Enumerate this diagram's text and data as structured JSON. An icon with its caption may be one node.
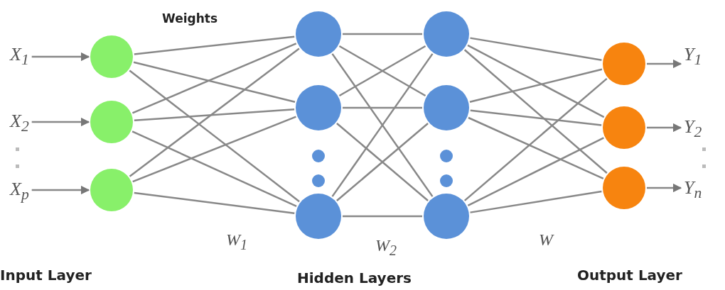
{
  "diagram": {
    "nodes": [
      {
        "text": [
          "X$_{1}$"
        ]
      },
      {
        "text": [
          "X$_{2}$"
        ]
      },
      {
        "text": [
          "X$_{p}$"
        ]
      },
      {
        "text": [],
        "shape": "circle"
      },
      {
        "text": [],
        "shape": "circle"
      },
      {
        "text": [],
        "shape": "circle"
      },
      {
        "text": [],
        "shape": "circle"
      },
      {
        "text": [],
        "shape": "circle"
      },
      {
        "text": [],
        "shape": "circle"
      },
      {
        "text": [],
        "shape": "circle"
      },
      {
        "text": [],
        "shape": "circle"
      },
      {
        "text": [],
        "shape": "circle"
      },
      {
        "text": [],
        "shape": "circle"
      },
      {
        "text": [],
        "shape": "circle"
      },
      {
        "text": [],
        "shape": "circle"
      },
      {
        "text": [
          "Y$_{1}$"
        ]
      },
      {
        "text": [
          "Y$_{2}$"
        ]
      },
      {
        "text": [
          "Y$_{n}$"
        ]
      }
    ],
    "edges": [
      {
        "from": 0,
        "to": 3,
        "arrow": "to"
      },
      {
        "from": 1,
        "to": 4,
        "arrow": "to"
      },
      {
        "from": 2,
        "to": 5,
        "arrow": "to"
      },
      {
        "from": 3,
        "to": 6,
        "arrow": "none"
      },
      {
        "from": 3,
        "to": 7,
        "arrow": "none"
      },
      {
        "from": 3,
        "to": 8,
        "arrow": "none"
      },
      {
        "from": 4,
        "to": 6,
        "arrow": "none"
      },
      {
        "from": 4,
        "to": 7,
        "arrow": "none"
      },
      {
        "from": 4,
        "to": 8,
        "arrow": "none"
      },
      {
        "from": 5,
        "to": 6,
        "arrow": "none"
      },
      {
        "from": 5,
        "to": 7,
        "arrow": "none"
      },
      {
        "from": 5,
        "to": 8,
        "arrow": "none"
      },
      {
        "from": 6,
        "to": 9,
        "arrow": "none"
      },
      {
        "from": 6,
        "to": 10,
        "arrow": "none"
      },
      {
        "from": 6,
        "to": 11,
        "arrow": "none"
      },
      {
        "from": 7,
        "to": 9,
        "arrow": "none"
      },
      {
        "from": 7,
        "to": 10,
        "arrow": "none"
      },
      {
        "from": 7,
        "to": 11,
        "arrow": "none"
      },
      {
        "from": 8,
        "to": 9,
        "arrow": "none"
      },
      {
        "from": 8,
        "to": 10,
        "arrow": "none"
      },
      {
        "from": 8,
        "to": 11,
        "arrow": "none"
      },
      {
        "from": 9,
        "to": 12,
        "arrow": "none"
      },
      {
        "from": 9,
        "to": 13,
        "arrow": "none"
      },
      {
        "from": 9,
        "to": 14,
        "arrow": "none"
      },
      {
        "from": 10,
        "to": 12,
        "arrow": "none"
      },
      {
        "from": 10,
        "to": 13,
        "arrow": "none"
      },
      {
        "from": 10,
        "to": 14,
        "arrow": "none"
      },
      {
        "from": 11,
        "to": 12,
        "arrow": "none"
      },
      {
        "from": 11,
        "to": 13,
        "arrow": "none"
      },
      {
        "from": 11,
        "to": 14,
        "arrow": "none"
      },
      {
        "from": 12,
        "to": 15,
        "arrow": "to"
      },
      {
        "from": 13,
        "to": 16,
        "arrow": "to"
      },
      {
        "from": 14,
        "to": 17,
        "arrow": "to"
      }
    ],
    "labels": [
      "Weights",
      "W$_{1}$",
      "W$_{2}$",
      "W",
      "Input Layer",
      "Hidden Layers",
      "Output Layer"
    ]
  }
}
